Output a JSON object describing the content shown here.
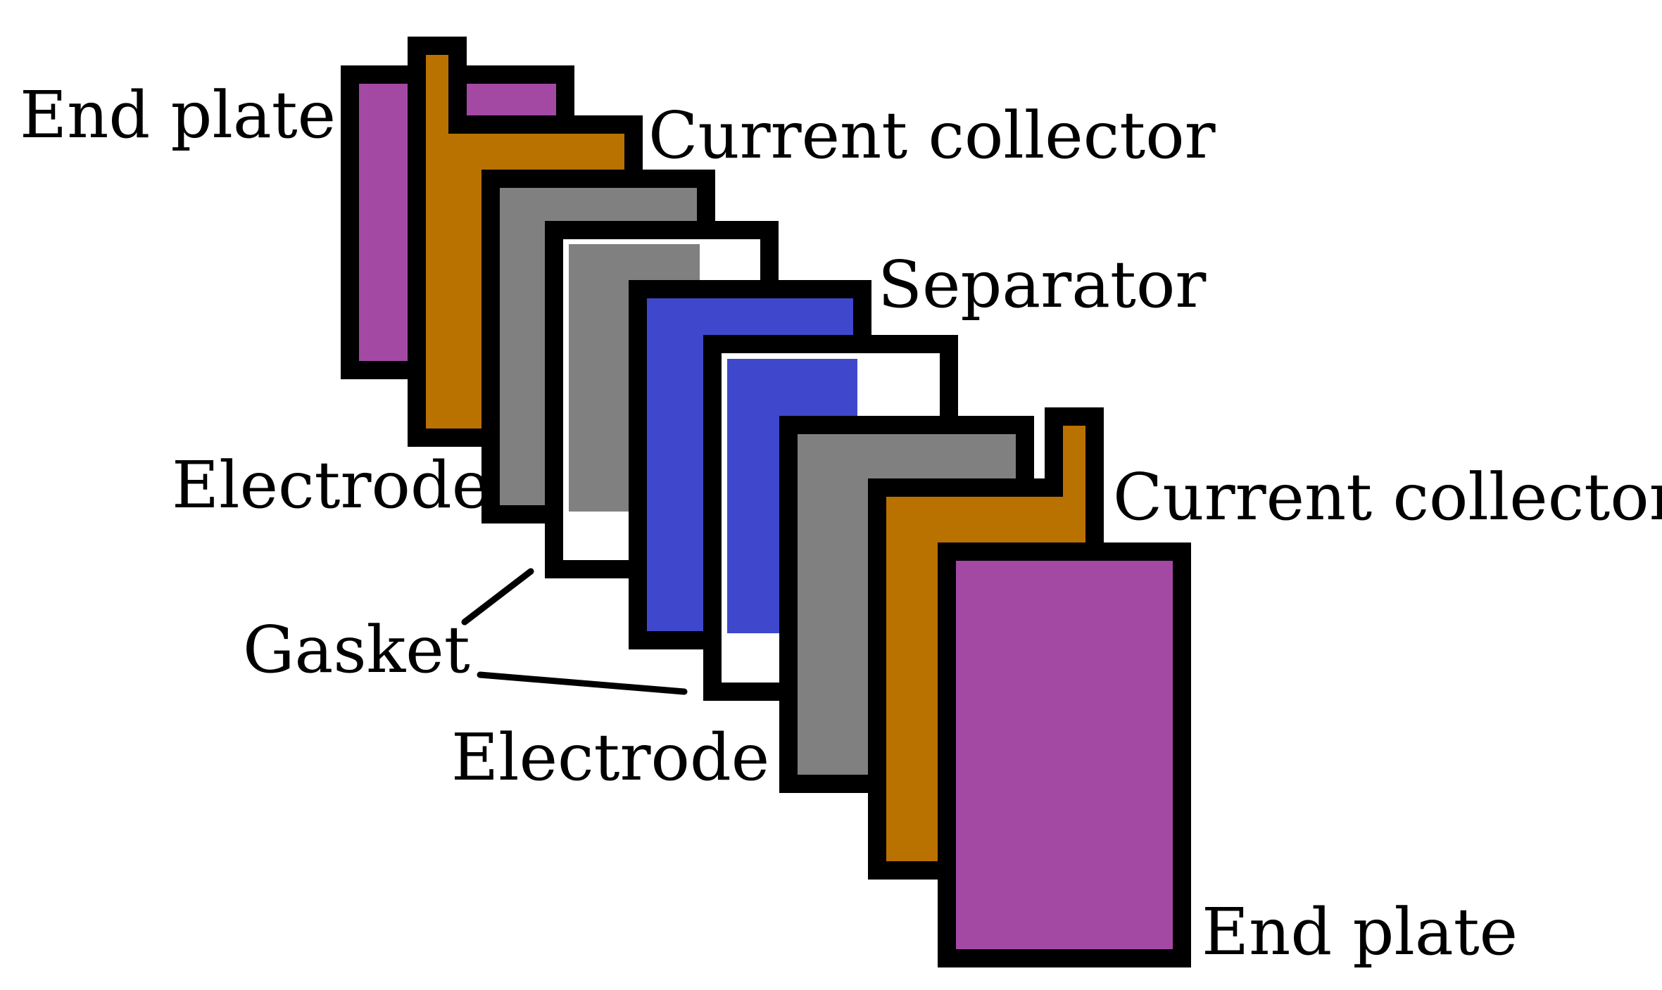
{
  "colors": {
    "end_plate": "#A349A4",
    "current_collector": "#B97100",
    "electrode": "#808080",
    "separator": "#3F48CC",
    "gasket": "#FFFFFF",
    "outline": "#000000"
  },
  "labels": {
    "end_plate_top": "End plate",
    "current_collector_top": "Current collector",
    "separator": "Separator",
    "electrode_left": "Electrode",
    "current_collector_bottom": "Current collector",
    "gasket": "Gasket",
    "electrode_bottom": "Electrode",
    "end_plate_bottom": "End plate"
  }
}
